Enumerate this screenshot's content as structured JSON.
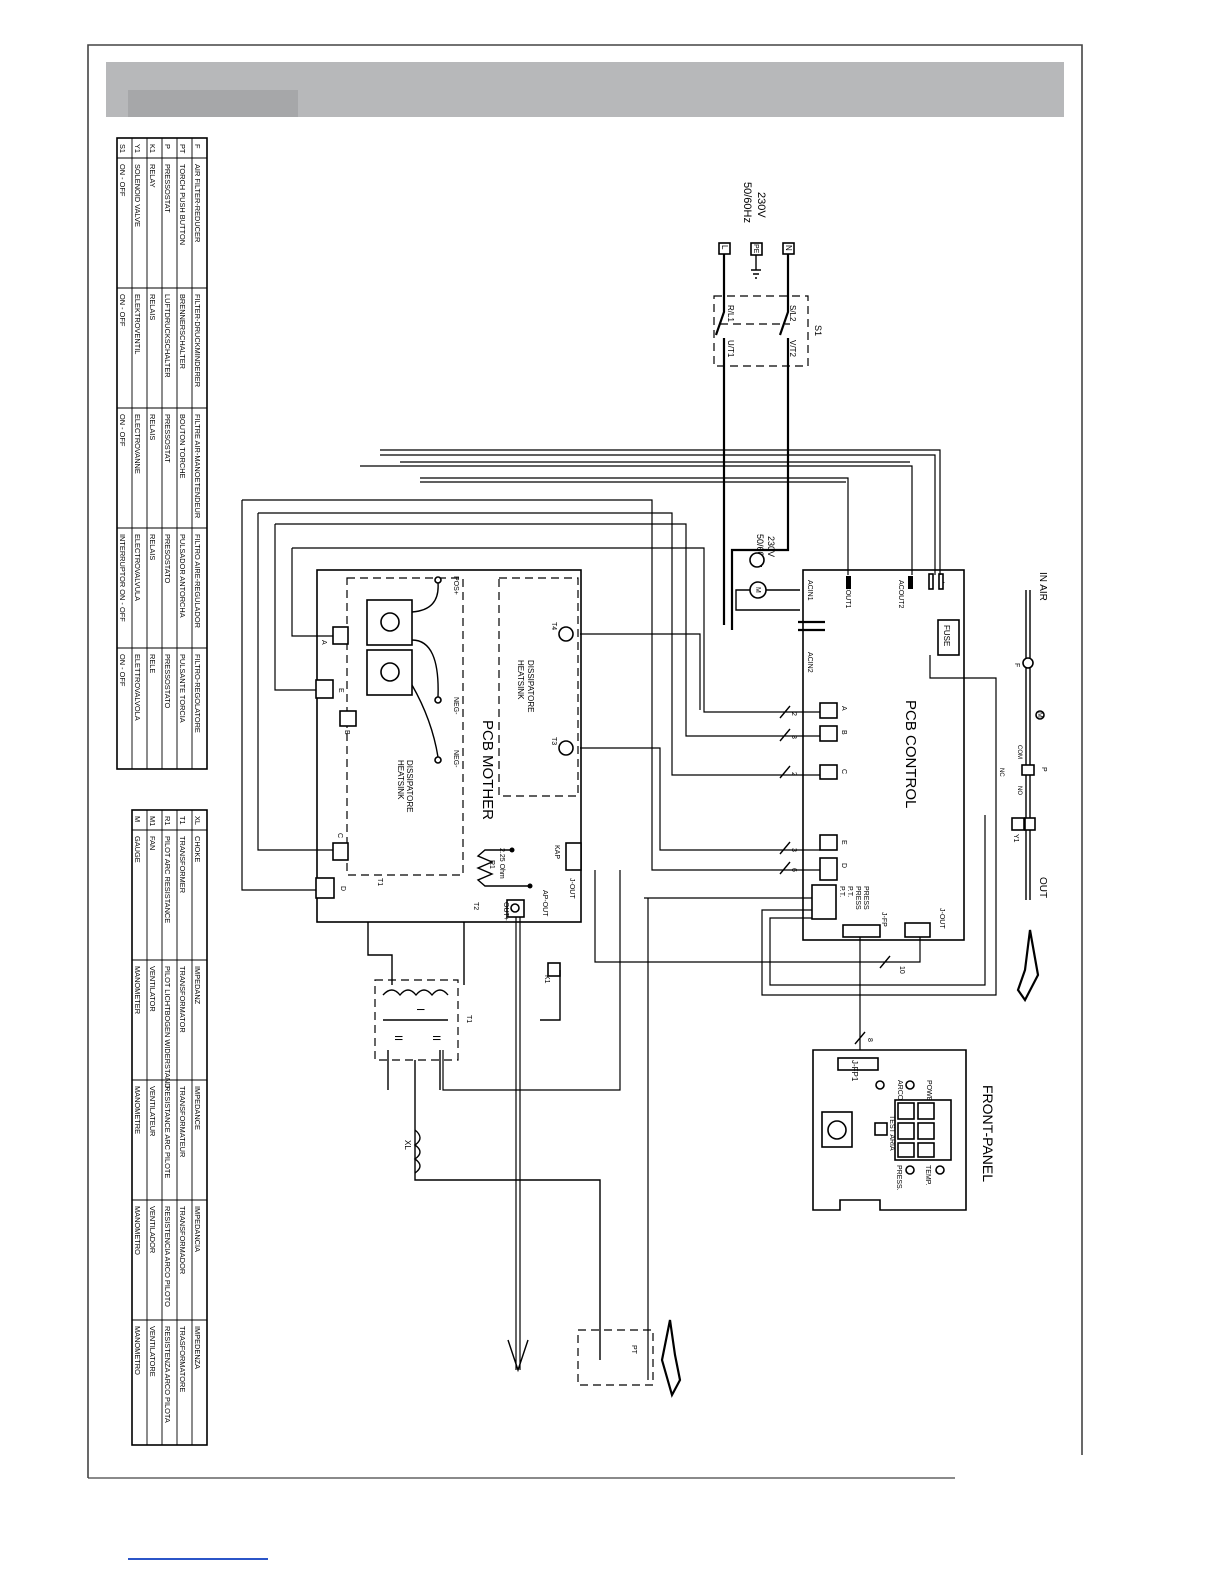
{
  "supply": {
    "voltage": "230V",
    "frequency": "50/60Hz",
    "L": "L",
    "PE": "PE",
    "N": "N"
  },
  "switch_s1": {
    "tag": "S1",
    "r_l1": "R/L1",
    "s_l2": "S/L2",
    "u_t1": "U/T1",
    "v_t2": "V/T2"
  },
  "pcb_control": {
    "title": "PCB CONTROL",
    "fuse": "FUSE",
    "acin1": "ACIN1",
    "acin2": "ACIN2",
    "acout1": "ACOUT1",
    "acout2": "ACOUT2",
    "minus": "-",
    "plus": "+",
    "A": "A",
    "B": "B",
    "C": "C",
    "D": "D",
    "E": "E",
    "press1": "PRESS",
    "press2": "PRESS",
    "pt1": "P.T.",
    "pt2": "P.T.",
    "jfp": "J-FP",
    "jout": "J-OUT"
  },
  "pcb_mother": {
    "title": "PCB MOTHER",
    "heatsink_top": {
      "it": "DISSIPATORE",
      "en": "HEATSINK"
    },
    "heatsink_bottom": {
      "it": "DISSIPATORE",
      "en": "HEATSINK"
    },
    "pos": "POS+",
    "neg1": "NEG-",
    "neg2": "NEG-",
    "t1": "T1",
    "t2": "T2",
    "t3": "T3",
    "t4": "T4",
    "A": "A",
    "B": "B",
    "C": "C",
    "D": "D",
    "E": "E",
    "r1": "R1",
    "r1_value": "2.25 Ohm",
    "kap": "KAP",
    "ap_out": "AP-OUT",
    "out_plus": "OUT+",
    "jout": "J-OUT"
  },
  "wire_counts": {
    "a": "2",
    "b": "3",
    "c": "2",
    "e": "3",
    "d": "6",
    "jout": "10",
    "jfp": "8"
  },
  "fan": {
    "voltage": "230V",
    "frequency": "50/60Hz",
    "symbol": "M"
  },
  "air_line": {
    "in": "IN AIR",
    "out": "OUT",
    "f": "F",
    "m": "M",
    "p": "P",
    "com": "COM",
    "nc": "NC",
    "no": "NO",
    "y1": "Y1"
  },
  "transformer": {
    "tag": "T1",
    "primary": "I",
    "secondary_1": "II",
    "secondary_2": "II",
    "k1": "K1",
    "xl": "XL"
  },
  "torch": {
    "pt": "PT"
  },
  "front_panel": {
    "title": "FRONT-PANEL",
    "connector": "J-FP1",
    "power": "POWER",
    "arco_on": "ARCO ON",
    "test_aria": "TEST ARIA",
    "press": "PRESS.",
    "temp": "TEMP."
  },
  "legend_1": {
    "rows": [
      [
        "S1",
        "ON - OFF",
        "ON - OFF",
        "ON - OFF",
        "INTERRUPTOR ON - OFF",
        "ON - OFF"
      ],
      [
        "Y1",
        "SOLENOID VALVE",
        "ELEKTROVENTIL",
        "ELECTROVANNE",
        "ELECTROVALVULA",
        "ELETTROVALVOLA"
      ],
      [
        "K1",
        "RELAY",
        "RELAIS",
        "RELAIS",
        "RELAIS",
        "RELE"
      ],
      [
        "P",
        "PRESSOSTAT",
        "LUFTDRUCKSCHALTER",
        "PRESSOSTAT",
        "PRESOSTATO",
        "PRESSOSTATO"
      ],
      [
        "PT",
        "TORCH PUSH BUTTON",
        "BRENNERSCHALTER",
        "BOUTON TORCHE",
        "PULSADOR ANTORCHA",
        "PULSANTE TORCIA"
      ],
      [
        "F",
        "AIR FILTER-REDUCER",
        "FILTER-DRUCKMINDERER",
        "FILTRE AIR-MANOETENDEUR",
        "FILTRO AIRE-REGULADOR",
        "FILTRO-REGOLATORE"
      ]
    ]
  },
  "legend_2": {
    "rows": [
      [
        "M",
        "GAUGE",
        "MANOMETER",
        "MANOMETRE",
        "MANOMETRO",
        "MANOMETRO"
      ],
      [
        "M1",
        "FAN",
        "VENTILATOR",
        "VENTILATEUR",
        "VENTILADOR",
        "VENTILATORE"
      ],
      [
        "R1",
        "PILOT ARC RESISTANCE",
        "PILOT LICHTBOGEN WIDERSTAND",
        "RESISTANCE ARC PILOTE",
        "RESISTENCIA ARCO PILOTO",
        "RESISTENZA ARCO PILOTA"
      ],
      [
        "T1",
        "TRANSFORMER",
        "TRANSFORMATOR",
        "TRANSFORMATEUR",
        "TRANSFORMADOR",
        "TRASFORMATORE"
      ],
      [
        "XL",
        "CHOKE",
        "IMPEDANZ",
        "IMPEDANCE",
        "IMPEDANCIA",
        "IMPEDENZA"
      ]
    ]
  }
}
